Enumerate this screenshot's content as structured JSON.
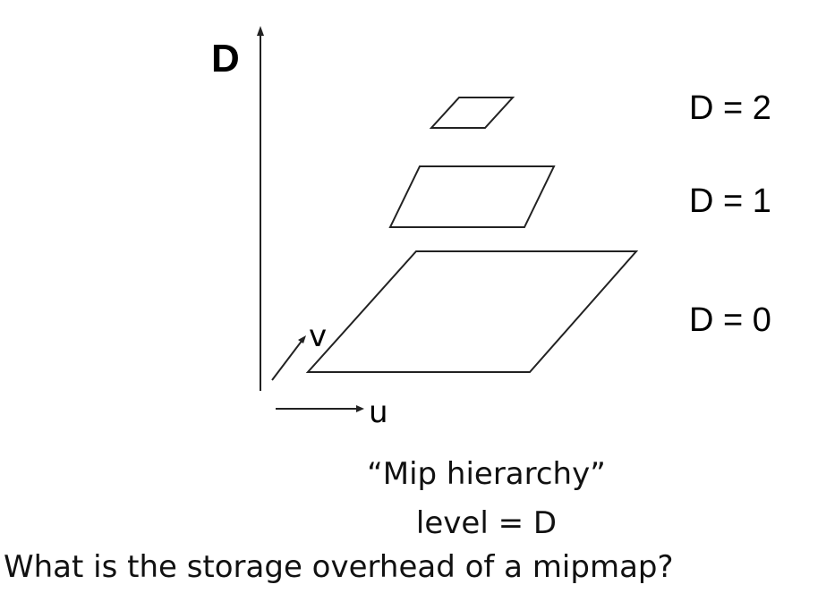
{
  "axes": {
    "vertical_label": "D",
    "depth_label": "v",
    "horizontal_label": "u"
  },
  "levels": [
    {
      "label": "D = 2"
    },
    {
      "label": "D = 1"
    },
    {
      "label": "D = 0"
    }
  ],
  "caption": {
    "title": "“Mip hierarchy”",
    "subtitle": "level = D"
  },
  "question": "What is the storage overhead of a mipmap?",
  "colors": {
    "line": "#222222",
    "text": "#111111"
  }
}
